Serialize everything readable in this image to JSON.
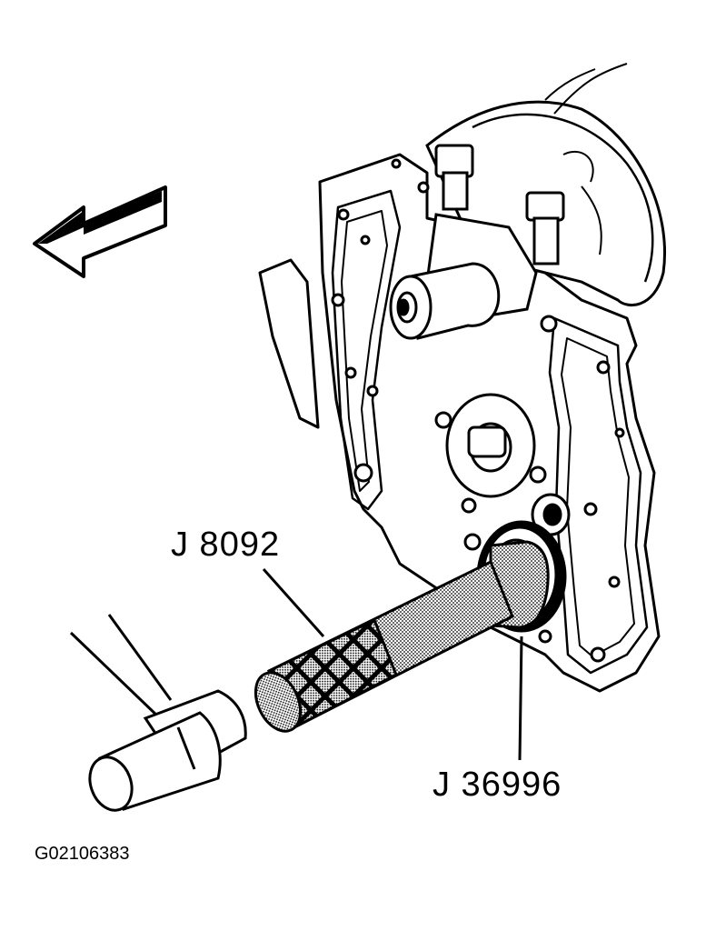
{
  "callouts": {
    "tool_a": "J 8092",
    "tool_b": "J 36996"
  },
  "figure_id": "G02106383",
  "colors": {
    "ink": "#000000",
    "paper": "#ffffff",
    "shade": "#c8c8c8"
  }
}
